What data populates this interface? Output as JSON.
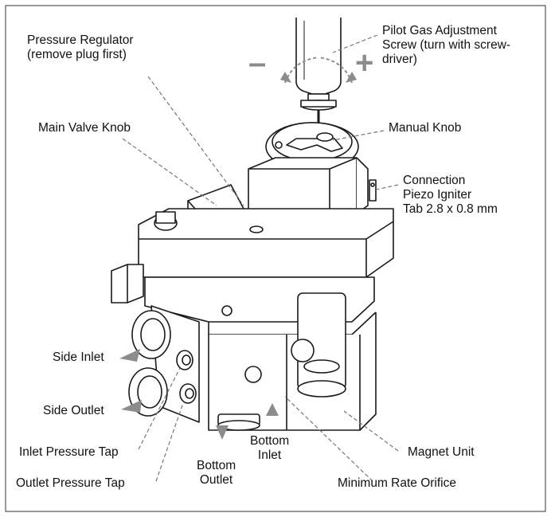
{
  "labels": {
    "pressure_regulator": "Pressure Regulator\n(remove plug first)",
    "pilot_gas_adjustment": "Pilot Gas Adjustment\nScrew (turn with screw-\ndriver)",
    "main_valve_knob": "Main Valve Knob",
    "manual_knob": "Manual Knob",
    "connection_piezo": "Connection\nPiezo Igniter\nTab 2.8 x 0.8 mm",
    "side_inlet": "Side Inlet",
    "side_outlet": "Side Outlet",
    "inlet_pressure_tap": "Inlet Pressure Tap",
    "outlet_pressure_tap": "Outlet Pressure Tap",
    "bottom_outlet": "Bottom\nOutlet",
    "bottom_inlet": "Bottom\nInlet",
    "magnet_unit": "Magnet Unit",
    "minimum_rate_orifice": "Minimum Rate Orifice"
  },
  "symbols": {
    "minus": "–",
    "plus": "+"
  },
  "colors": {
    "line": "#1a1a1a",
    "arrow": "#8c8c8c",
    "leader": "#777777"
  }
}
